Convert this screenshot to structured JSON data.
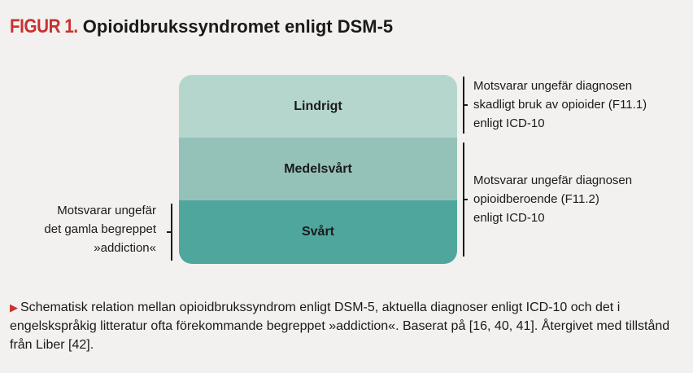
{
  "figure": {
    "label": "FIGUR 1.",
    "title": "Opioidbrukssyndromet enligt DSM-5"
  },
  "levels": [
    {
      "label": "Lindrigt",
      "color": "#b5d6cd"
    },
    {
      "label": "Medelsvårt",
      "color": "#94c2b8"
    },
    {
      "label": "Svårt",
      "color": "#4fa69c"
    }
  ],
  "notes": {
    "right_top": [
      "Motsvarar ungefär diagnosen",
      "skadligt bruk av opioider (F11.1)",
      "enligt ICD-10"
    ],
    "right_bottom": [
      "Motsvarar ungefär diagnosen",
      "opioidberoende (F11.2)",
      "enligt ICD-10"
    ],
    "left": [
      "Motsvarar ungefär",
      "det gamla begreppet",
      "»addiction«"
    ]
  },
  "caption": {
    "arrow_icon": "triangle-right-icon",
    "text": "Schematisk relation mellan opioidbrukssyndrom enligt DSM-5, aktuella diagnoser enligt ICD-10 och det i engelskspråkig litteratur ofta förekommande begreppet »addiction«. Baserat på [16, 40, 41]. Återgivet med tillstånd från Liber [42]."
  },
  "colors": {
    "accent": "#c8322f",
    "background": "#f2f1ef"
  }
}
